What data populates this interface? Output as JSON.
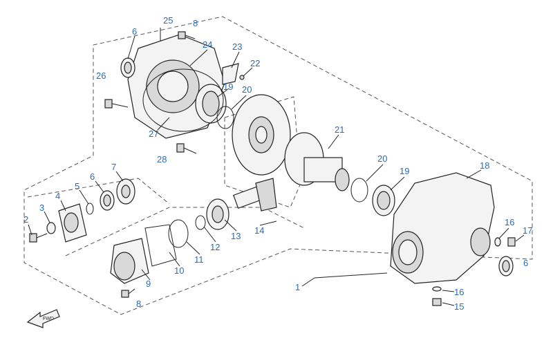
{
  "diagram": {
    "callouts": [
      {
        "id": "c1",
        "text": "1"
      },
      {
        "id": "c2",
        "text": "2"
      },
      {
        "id": "c3",
        "text": "3"
      },
      {
        "id": "c4",
        "text": "4"
      },
      {
        "id": "c5",
        "text": "5"
      },
      {
        "id": "c6a",
        "text": "6"
      },
      {
        "id": "c6b",
        "text": "6"
      },
      {
        "id": "c6c",
        "text": "6"
      },
      {
        "id": "c7",
        "text": "7"
      },
      {
        "id": "c8a",
        "text": "8"
      },
      {
        "id": "c8b",
        "text": "8"
      },
      {
        "id": "c9",
        "text": "9"
      },
      {
        "id": "c10",
        "text": "10"
      },
      {
        "id": "c11",
        "text": "11"
      },
      {
        "id": "c12",
        "text": "12"
      },
      {
        "id": "c13",
        "text": "13"
      },
      {
        "id": "c14",
        "text": "14"
      },
      {
        "id": "c15",
        "text": "15"
      },
      {
        "id": "c16a",
        "text": "16"
      },
      {
        "id": "c16b",
        "text": "16"
      },
      {
        "id": "c17",
        "text": "17"
      },
      {
        "id": "c18",
        "text": "18"
      },
      {
        "id": "c19a",
        "text": "19"
      },
      {
        "id": "c19b",
        "text": "19"
      },
      {
        "id": "c20a",
        "text": "20"
      },
      {
        "id": "c20b",
        "text": "20"
      },
      {
        "id": "c21",
        "text": "21"
      },
      {
        "id": "c22",
        "text": "22"
      },
      {
        "id": "c23",
        "text": "23"
      },
      {
        "id": "c24",
        "text": "24"
      },
      {
        "id": "c25",
        "text": "25"
      },
      {
        "id": "c26",
        "text": "26"
      },
      {
        "id": "c27",
        "text": "27"
      },
      {
        "id": "c28",
        "text": "28"
      }
    ],
    "direction_arrow": {
      "label": "FWD",
      "icon": "forward-arrow-icon"
    },
    "colors": {
      "callout": "#2a6db5",
      "line": "#222222",
      "part_fill": "#f3f3f3"
    }
  }
}
